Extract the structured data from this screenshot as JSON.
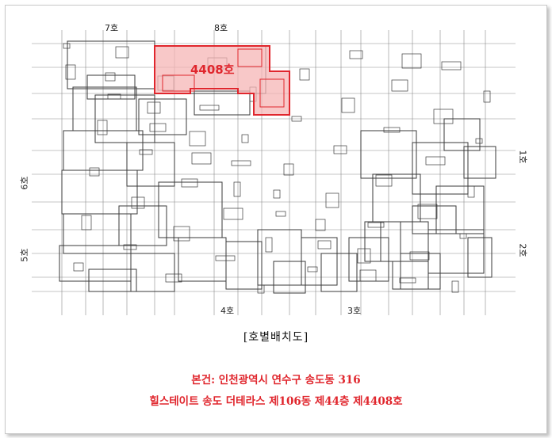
{
  "unit_labels": {
    "u7": "7호",
    "u8": "8호",
    "u6": "6호",
    "u5": "5호",
    "u4": "4호",
    "u3": "3호",
    "u2": "2호",
    "u1": "1호"
  },
  "highlight_label": "4408호",
  "caption": "[호별배치도]",
  "address_line1": "본건: 인천광역시 연수구 송도동 316",
  "address_line2": "힐스테이트 송도 더테라스 제106동 제44층 제4408호",
  "colors": {
    "highlight_fill": "#f6b6b6",
    "highlight_stroke": "#e0262d",
    "plan_line": "#3a3a3a",
    "grid_line": "#8a8a8a"
  }
}
